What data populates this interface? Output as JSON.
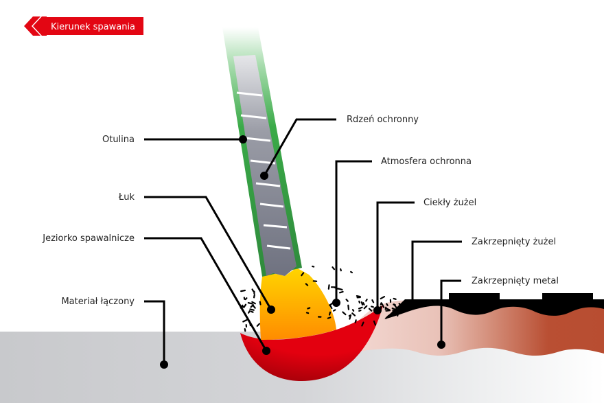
{
  "badge": {
    "label": "Kierunek spawania",
    "icon": "double-chevron-left-icon",
    "color": "#e30613"
  },
  "labels": {
    "otulina": "Otulina",
    "rdzen": "Rdzeń ochronny",
    "atmosfera": "Atmosfera ochronna",
    "luk": "Łuk",
    "ciekly_zuzel": "Ciekły żużel",
    "jeziorko": "Jeziorko spawalnicze",
    "zakrzepniety_zuzel": "Zakrzepnięty żużel",
    "zakrzepniety_metal": "Zakrzepnięty metal",
    "material": "Materiał łączony"
  },
  "colors": {
    "coating": "#3aaa48",
    "core": "#7b7f8c",
    "arc_top": "#ffd200",
    "arc_bottom": "#ff9a00",
    "pool": "#e3000f",
    "pool_dark": "#a30008",
    "slag": "#000000",
    "metal_light": "#f2d5cf",
    "metal_dark": "#b94f33",
    "base": "#c8c9cc"
  }
}
